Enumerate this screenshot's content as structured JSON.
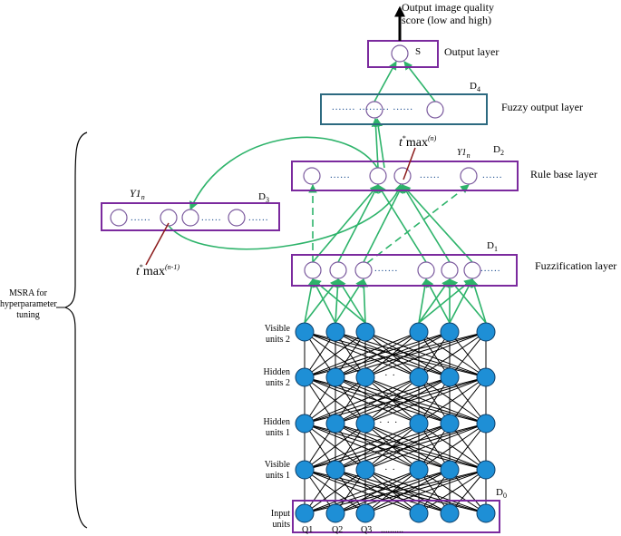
{
  "colors": {
    "box_purple": "#7b2a9e",
    "box_teal": "#2d6a80",
    "arrow_green": "#2db36a",
    "node_blue": "#1e8fd6",
    "node_outline": "#7b5a9e",
    "red_pointer": "#8b1a1a"
  },
  "output_top": {
    "text_line1": "Output image quality",
    "text_line2": "score (low and high)"
  },
  "layers": {
    "output": {
      "label": "Output layer",
      "node_label": "S"
    },
    "fuzzy_output": {
      "label": "Fuzzy output layer",
      "tag": "D",
      "tag_sub": "4",
      "dots": "....... ......... ......"
    },
    "rule_base": {
      "label": "Rule base layer",
      "tag": "D",
      "tag_sub": "2",
      "y_label": "Y1",
      "y_sub": "n",
      "dots_left": "......",
      "dots_right": "......",
      "dots_far": "......"
    },
    "d3": {
      "tag": "D",
      "tag_sub": "3",
      "y_label": "Y1",
      "y_sub": "n",
      "dots_left": "......",
      "dots_right": "......",
      "dots_far": "......"
    },
    "fuzzification": {
      "label": "Fuzzification layer",
      "tag": "D",
      "tag_sub": "1",
      "dots_mid": ".......",
      "dots_right": "......"
    },
    "input": {
      "tag": "D",
      "tag_sub": "0"
    }
  },
  "tmax": {
    "top": {
      "t": "t",
      "star": "*",
      "max": "max",
      "exp": "(n)"
    },
    "left": {
      "t": "t",
      "star": "*",
      "max": "max",
      "exp": "(n-1)"
    }
  },
  "msra": {
    "line1": "MSRA for",
    "line2": "hyperparameter",
    "line3": "tuning"
  },
  "row_labels": [
    {
      "line1": "Visible",
      "line2": "units 2"
    },
    {
      "line1": "Hidden",
      "line2": "units 2"
    },
    {
      "line1": "Hidden",
      "line2": "units 1"
    },
    {
      "line1": "Visible",
      "line2": "units 1"
    },
    {
      "line1": "Input",
      "line2": "units"
    }
  ],
  "input_labels": [
    "Q1",
    "Q2",
    "Q3",
    ".........."
  ],
  "row_dots": [
    "",
    "· ·",
    "· · ·",
    "· ·",
    ""
  ]
}
